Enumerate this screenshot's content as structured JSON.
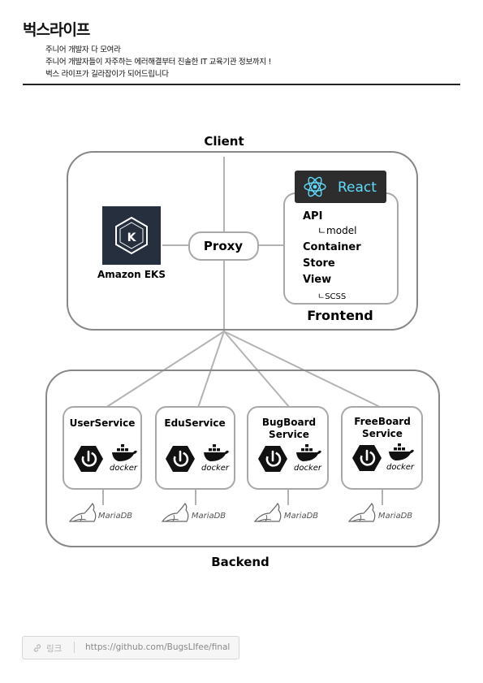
{
  "page": {
    "title": "벅스라이프",
    "description": [
      "주니어 개발자 다 모여라",
      "주니어 개발자들이 자주하는 에러해결부터 진솔한 IT 교육기관 정보까지 !",
      "벅스 라이프가 길라잡이가 되어드립니다"
    ]
  },
  "diagram": {
    "client_label": "Client",
    "backend_label": "Backend",
    "proxy_label": "Proxy",
    "eks_label": "Amazon EKS",
    "frontend": {
      "react_label": "React",
      "items": [
        "API",
        "ㄴmodel",
        "Container",
        "Store",
        "View",
        "ㄴSCSS"
      ],
      "label": "Frontend"
    },
    "services": [
      {
        "line1": "UserService",
        "line2": ""
      },
      {
        "line1": "EduService",
        "line2": ""
      },
      {
        "line1": "BugBoard",
        "line2": "Service"
      },
      {
        "line1": "FreeBoard",
        "line2": "Service"
      }
    ],
    "docker_label": "docker",
    "mariadb_label": "MariaDB",
    "colors": {
      "react_bg": "#2d2d2d",
      "react_accent": "#61dafb",
      "eks_bg": "#252f3e"
    }
  },
  "link": {
    "label": "링크",
    "url": "https://github.com/BugsLIfee/final"
  }
}
